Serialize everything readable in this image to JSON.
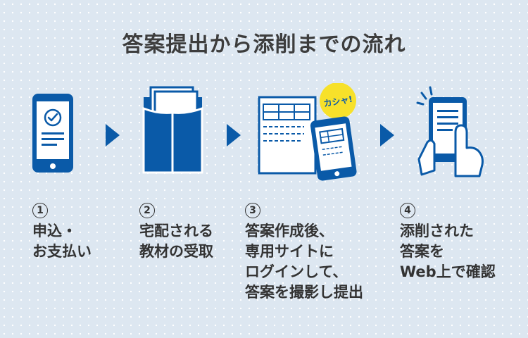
{
  "title": "答案提出から添削までの流れ",
  "badge_text": "カシャ!",
  "colors": {
    "primary": "#0a5aa8",
    "accent_yellow": "#f7e12a",
    "background": "#dde7f1"
  },
  "steps": [
    {
      "number": "1",
      "icon": "smartphone-check-icon",
      "lines": [
        "申込・",
        "お支払い"
      ]
    },
    {
      "number": "2",
      "icon": "folder-materials-icon",
      "lines": [
        "宅配される",
        "教材の受取"
      ]
    },
    {
      "number": "3",
      "icon": "answer-sheet-photo-icon",
      "lines": [
        "答案作成後、",
        "専用サイトに",
        "ログインして、",
        "答案を撮影し提出"
      ]
    },
    {
      "number": "4",
      "icon": "phone-review-icon",
      "lines": [
        "添削された",
        "答案を",
        "Web上で確認"
      ]
    }
  ]
}
